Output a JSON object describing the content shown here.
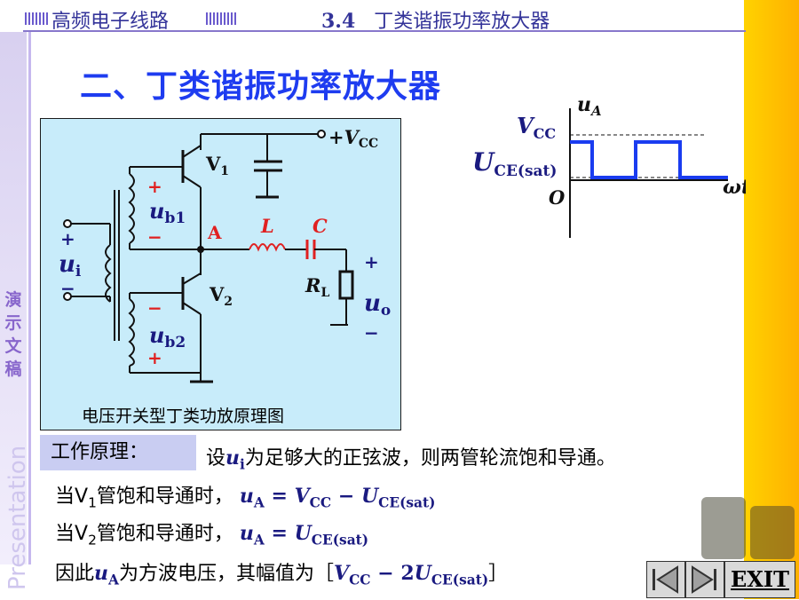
{
  "header": {
    "course": "高频电子线路",
    "section_number": "3.4",
    "section_name": "丁类谐振功率放大器"
  },
  "sidebar": {
    "chars": [
      "演",
      "示",
      "文",
      "稿"
    ],
    "vertical_text": "Presentation"
  },
  "main_title": "二、丁类谐振功率放大器",
  "circuit": {
    "caption": "电压开关型丁类功放原理图",
    "labels": {
      "vcc": "+V",
      "vcc_sub": "CC",
      "v1": "V",
      "v1_sub": "1",
      "v2": "V",
      "v2_sub": "2",
      "node_a": "A",
      "inductor": "L",
      "capacitor": "C",
      "load": "R",
      "load_sub": "L",
      "ub1": "u",
      "ub1_sub": "b1",
      "ub2": "u",
      "ub2_sub": "b2",
      "ui": "u",
      "ui_sub": "i",
      "uo": "u",
      "uo_sub": "o",
      "plus": "+",
      "minus": "−"
    }
  },
  "waveform": {
    "y_axis": "u",
    "y_axis_sub": "A",
    "vcc_label": "V",
    "vcc_sub": "CC",
    "uce_label": "U",
    "uce_sub": "CE(sat)",
    "origin": "O",
    "x_axis": "ωt",
    "color": "#1a3cf0"
  },
  "principle": {
    "label": "工作原理：",
    "text_pre": "设",
    "text_var": "u",
    "text_var_sub": "i",
    "text_post": "为足够大的正弦波，则两管轮流饱和导通。"
  },
  "lines": {
    "l1_pre": "当V",
    "l1_sub": "1",
    "l1_mid": "管饱和导通时，",
    "l1_eq_u": "u",
    "l1_eq_usub": "A",
    "l1_eq": " = ",
    "l1_v": "V",
    "l1_vsub": "CC",
    "l1_minus": " − ",
    "l1_U": "U",
    "l1_Usub": "CE(sat)",
    "l2_pre": "当V",
    "l2_sub": "2",
    "l2_mid": "管饱和导通时，",
    "l2_eq_u": "u",
    "l2_eq_usub": "A",
    "l2_eq": " = ",
    "l2_U": "U",
    "l2_Usub": "CE(sat)",
    "l3_pre": "因此",
    "l3_u": "u",
    "l3_usub": "A",
    "l3_mid": "为方波电压，其幅值为［",
    "l3_v": "V",
    "l3_vsub": "CC",
    "l3_minus": " − 2",
    "l3_U": "U",
    "l3_Usub": "CE(sat)",
    "l3_end": "］"
  },
  "nav": {
    "exit_label": "EXIT"
  },
  "colors": {
    "title_blue": "#1e3cf0",
    "circuit_bg": "#c8ecfa",
    "red": "#e02020",
    "strip": "#ffc400"
  }
}
